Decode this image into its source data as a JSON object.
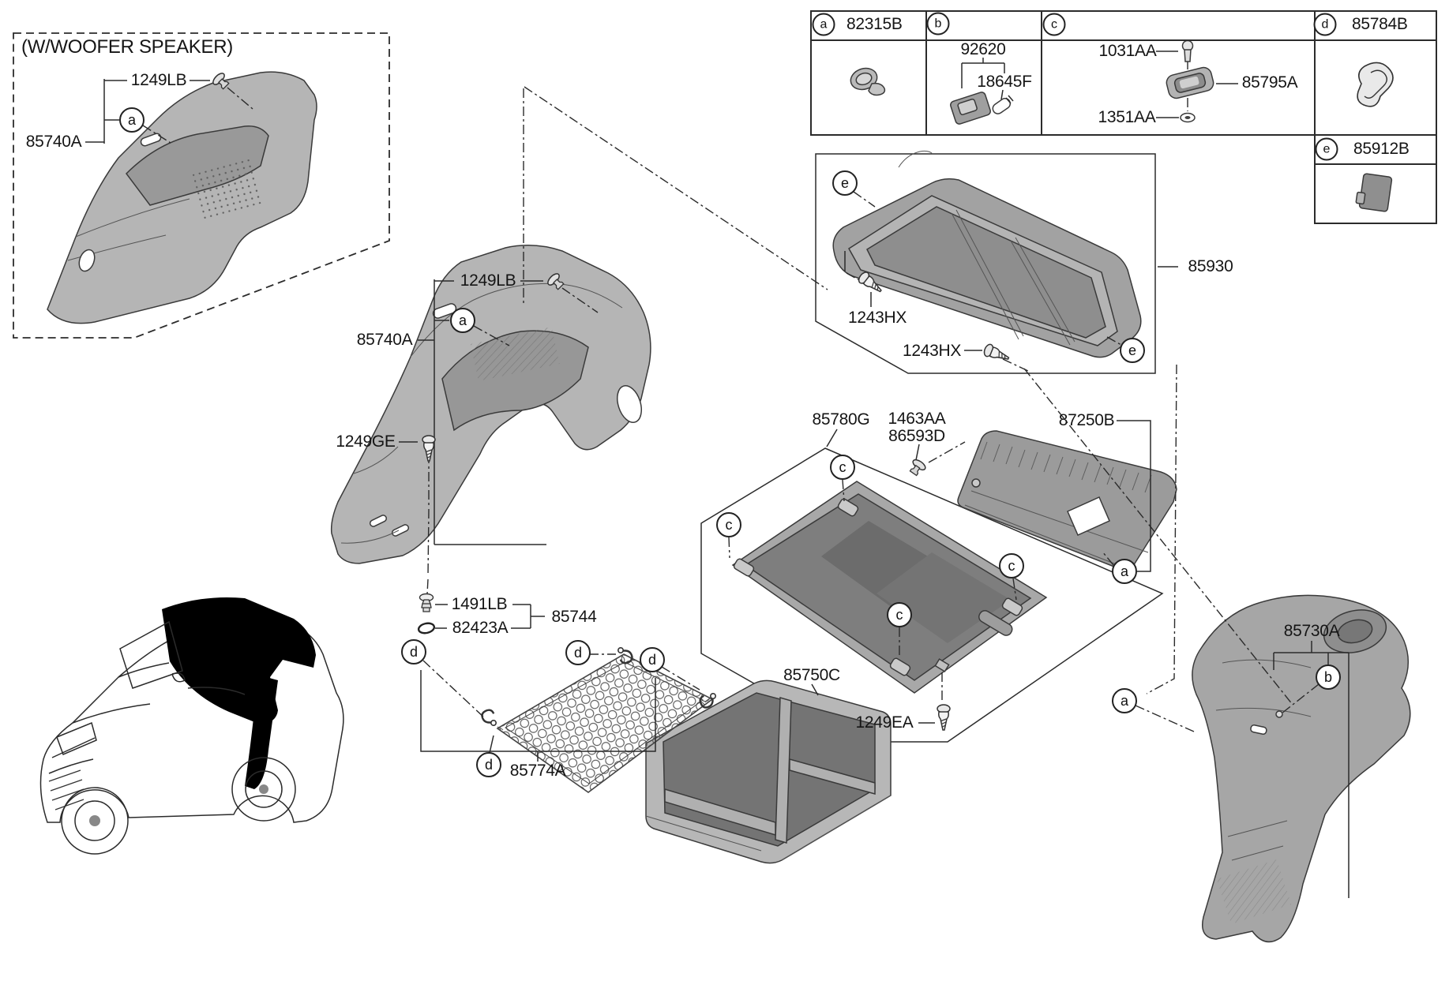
{
  "markers": {
    "a": "a",
    "b": "b",
    "c": "c",
    "d": "d",
    "e": "e"
  },
  "legend": {
    "a_part": "82315B",
    "b_part": "92620",
    "b_bulb": "18645F",
    "c_screw": "1031AA",
    "c_lamp": "85795A",
    "c_nut": "1351AA",
    "d_part": "85784B",
    "e_part": "85912B"
  },
  "labels": {
    "woofer_title": "(W/WOOFER SPEAKER)",
    "clip_1249lb": "1249LB",
    "panel_85740a": "85740A",
    "screw_1249ge": "1249GE",
    "clip_1491lb": "1491LB",
    "ring_82423a": "82423A",
    "kit_85744": "85744",
    "shelf_85930": "85930",
    "screw_1243hx": "1243HX",
    "board_85780g": "85780G",
    "clip_1463aa": "1463AA",
    "clip_86593d": "86593D",
    "screw_1249ea": "1249EA",
    "trim_87250b": "87250B",
    "panel_85730a": "85730A",
    "tray_85750c": "85750C",
    "net_85774a": "85774A"
  },
  "colors": {
    "line": "#2b2b2b",
    "panel_gray": "#b5b5b5",
    "dark_gray": "#7e7e7e"
  }
}
